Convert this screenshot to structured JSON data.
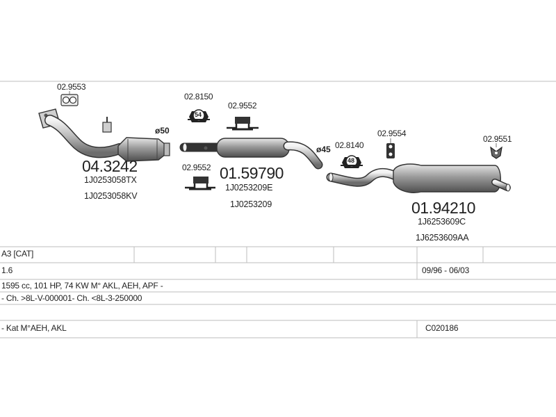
{
  "parts": {
    "p1": {
      "number": "04.3242",
      "refs": [
        "1J0253058TX",
        "1J0253058KV"
      ]
    },
    "p2": {
      "number": "01.59790",
      "refs": [
        "1J0253209E",
        "1J0253209"
      ]
    },
    "p3": {
      "number": "01.94210",
      "refs": [
        "1J6253609C",
        "1J6253609AA"
      ]
    }
  },
  "fittings": {
    "f1": "02.9553",
    "f2": "02.8150",
    "f3": "02.9552",
    "f4": "02.9552",
    "f5": "02.8140",
    "f6": "02.9554",
    "f7": "02.9551"
  },
  "diameters": {
    "d1": "ø50",
    "d2": "ø45"
  },
  "clamp_labels": {
    "c1": "54",
    "c2": "48"
  },
  "info": {
    "model": "A3  [CAT]",
    "engine": "1.6",
    "years": "09/96 - 06/03",
    "specs": "1595 cc, 101 HP, 74 KW M° AKL, AEH, APF -",
    "chassis": "- Ch. >8L-V-000001- Ch. <8L-3-250000",
    "notes": "- Kat M°AEH, AKL",
    "code": "C020186"
  }
}
